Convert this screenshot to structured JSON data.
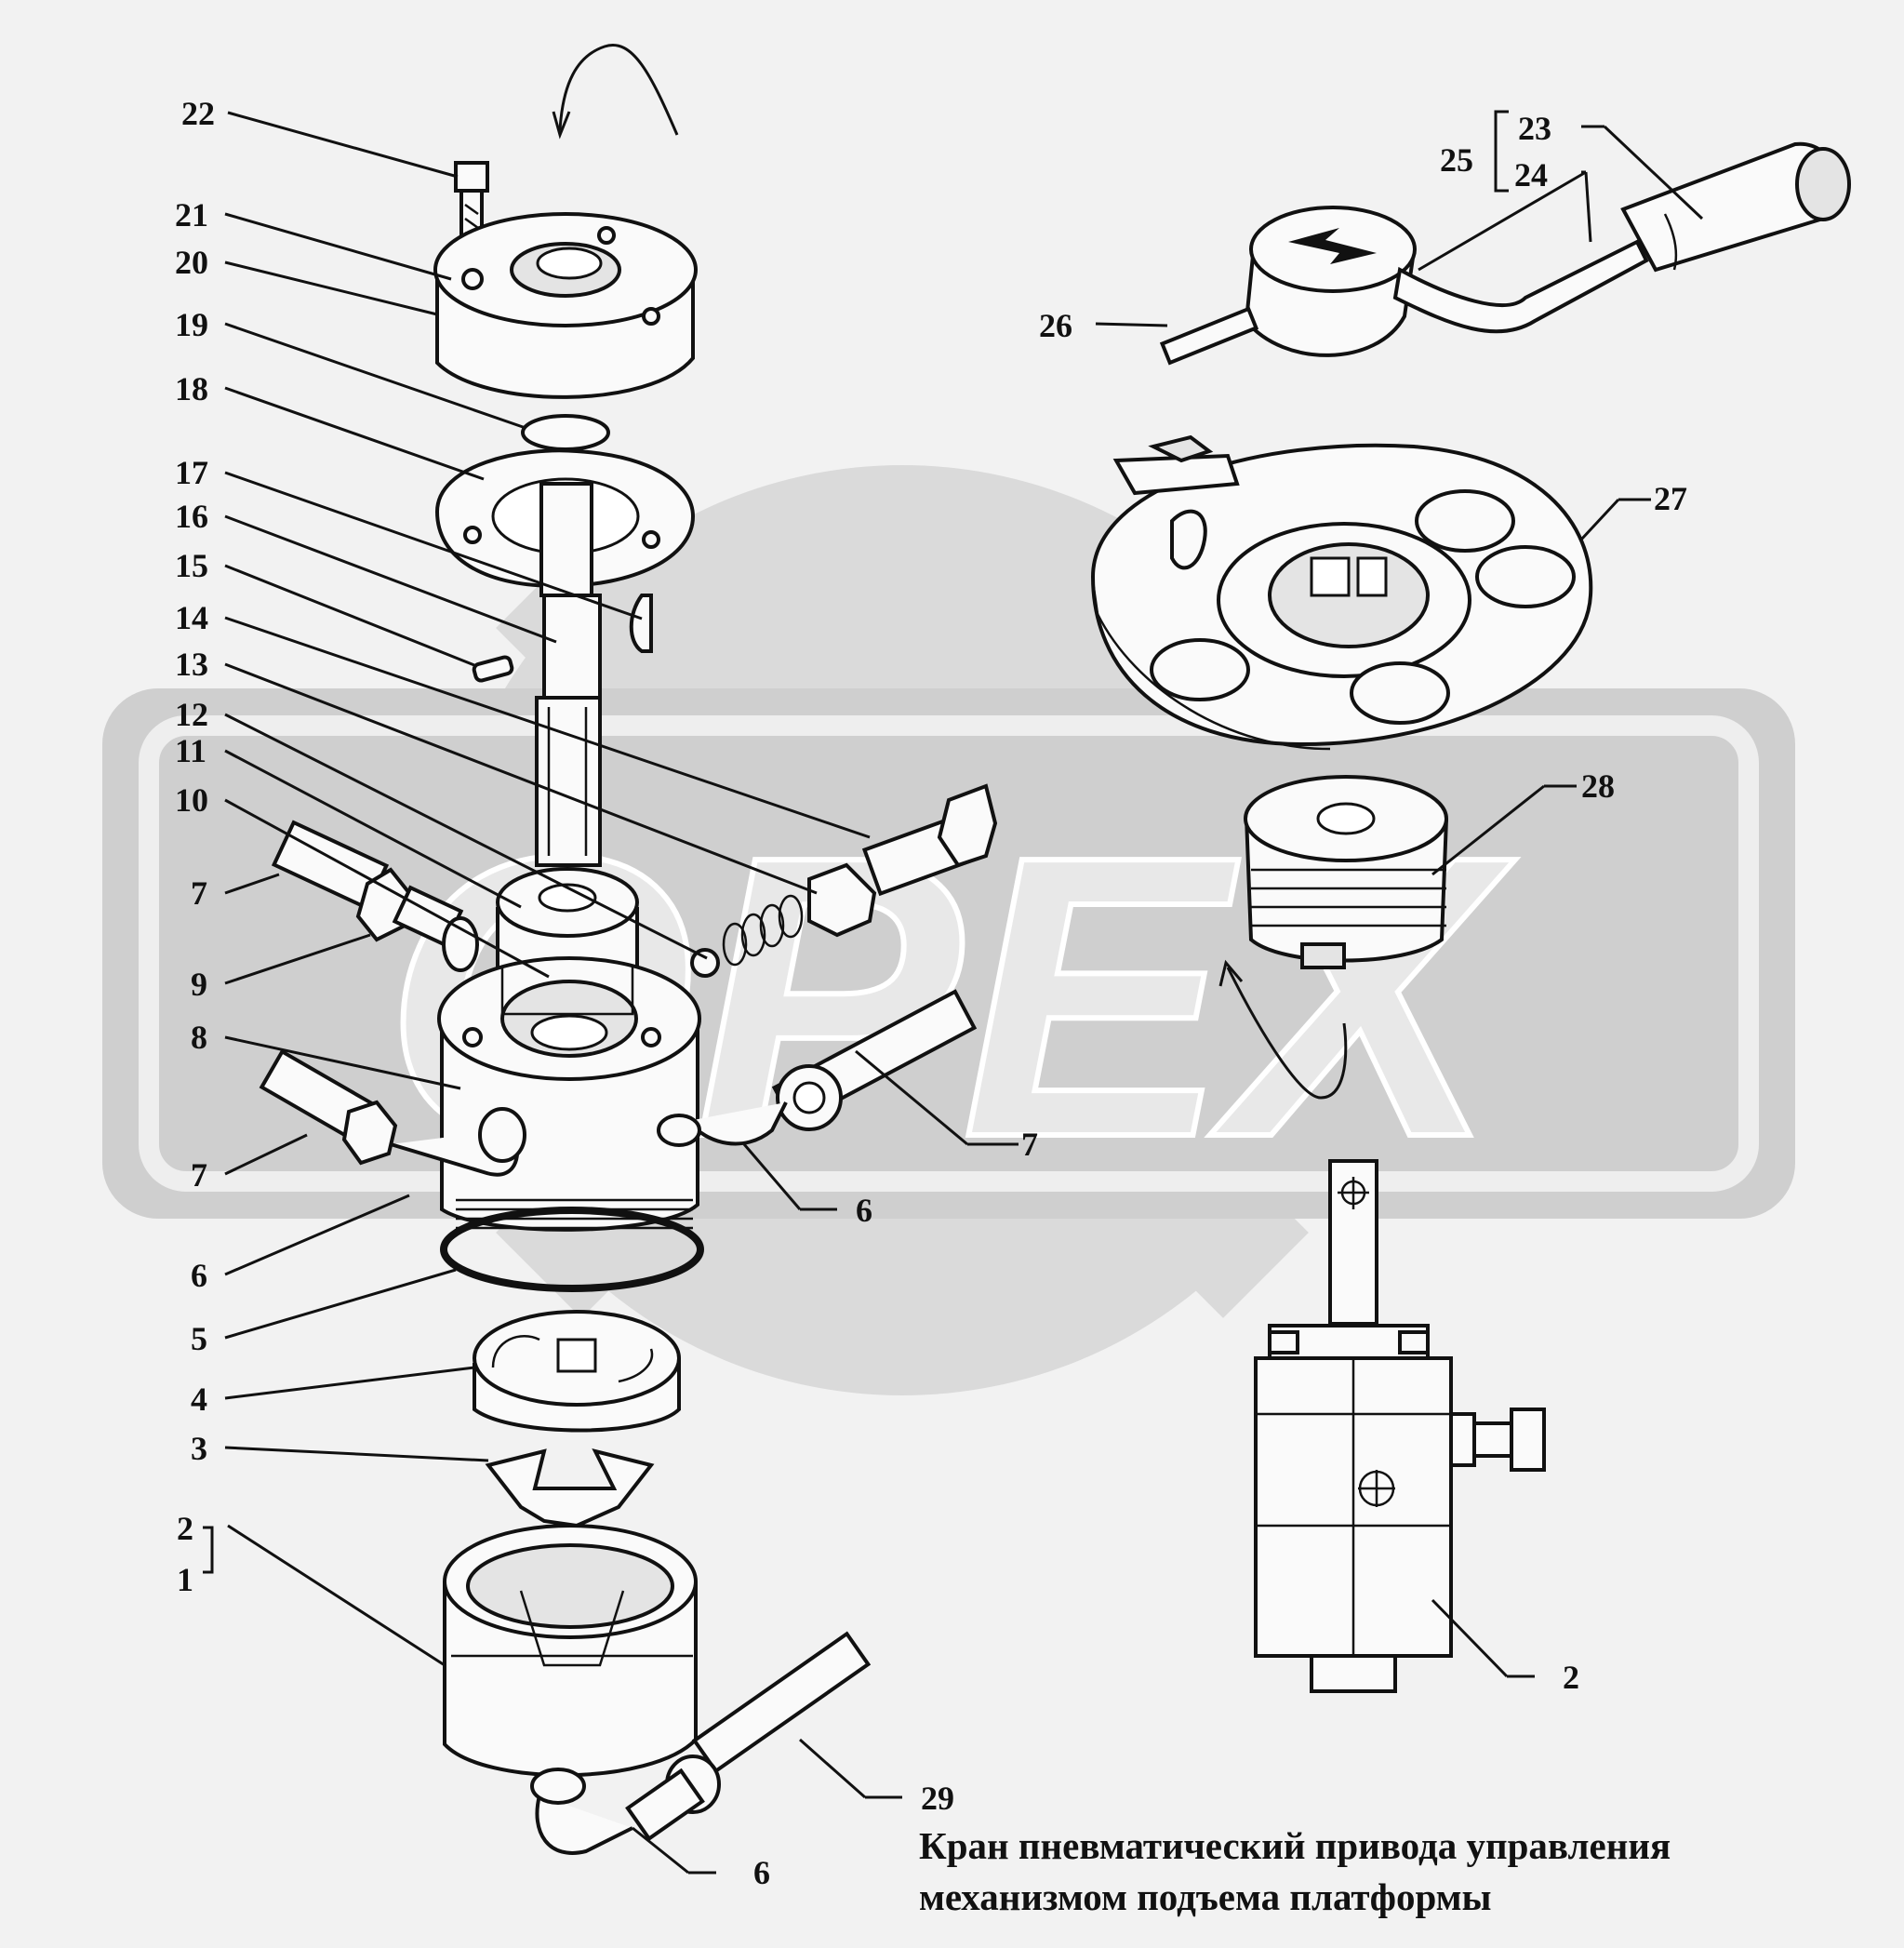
{
  "title": {
    "line1": "Кран пневматический привода управления",
    "line2": "механизмом подъема платформы"
  },
  "watermark": {
    "text": "OPEX",
    "color": "#d2d2d2"
  },
  "callouts": [
    {
      "id": "22",
      "text": "22"
    },
    {
      "id": "21",
      "text": "21"
    },
    {
      "id": "20",
      "text": "20"
    },
    {
      "id": "19",
      "text": "19"
    },
    {
      "id": "18",
      "text": "18"
    },
    {
      "id": "17",
      "text": "17"
    },
    {
      "id": "16",
      "text": "16"
    },
    {
      "id": "15",
      "text": "15"
    },
    {
      "id": "14",
      "text": "14"
    },
    {
      "id": "13",
      "text": "13"
    },
    {
      "id": "12",
      "text": "12"
    },
    {
      "id": "11",
      "text": "11"
    },
    {
      "id": "10",
      "text": "10"
    },
    {
      "id": "7a",
      "text": "7"
    },
    {
      "id": "9",
      "text": "9"
    },
    {
      "id": "8",
      "text": "8"
    },
    {
      "id": "7b",
      "text": "7"
    },
    {
      "id": "6a",
      "text": "6"
    },
    {
      "id": "5",
      "text": "5"
    },
    {
      "id": "4",
      "text": "4"
    },
    {
      "id": "3",
      "text": "3"
    },
    {
      "id": "2a",
      "text": "2"
    },
    {
      "id": "1",
      "text": "1"
    },
    {
      "id": "23",
      "text": "23"
    },
    {
      "id": "25",
      "text": "25"
    },
    {
      "id": "24",
      "text": "24"
    },
    {
      "id": "26",
      "text": "26"
    },
    {
      "id": "27",
      "text": "27"
    },
    {
      "id": "28",
      "text": "28"
    },
    {
      "id": "7c",
      "text": "7"
    },
    {
      "id": "6b",
      "text": "6"
    },
    {
      "id": "2b",
      "text": "2"
    },
    {
      "id": "29",
      "text": "29"
    },
    {
      "id": "6c",
      "text": "6"
    }
  ]
}
